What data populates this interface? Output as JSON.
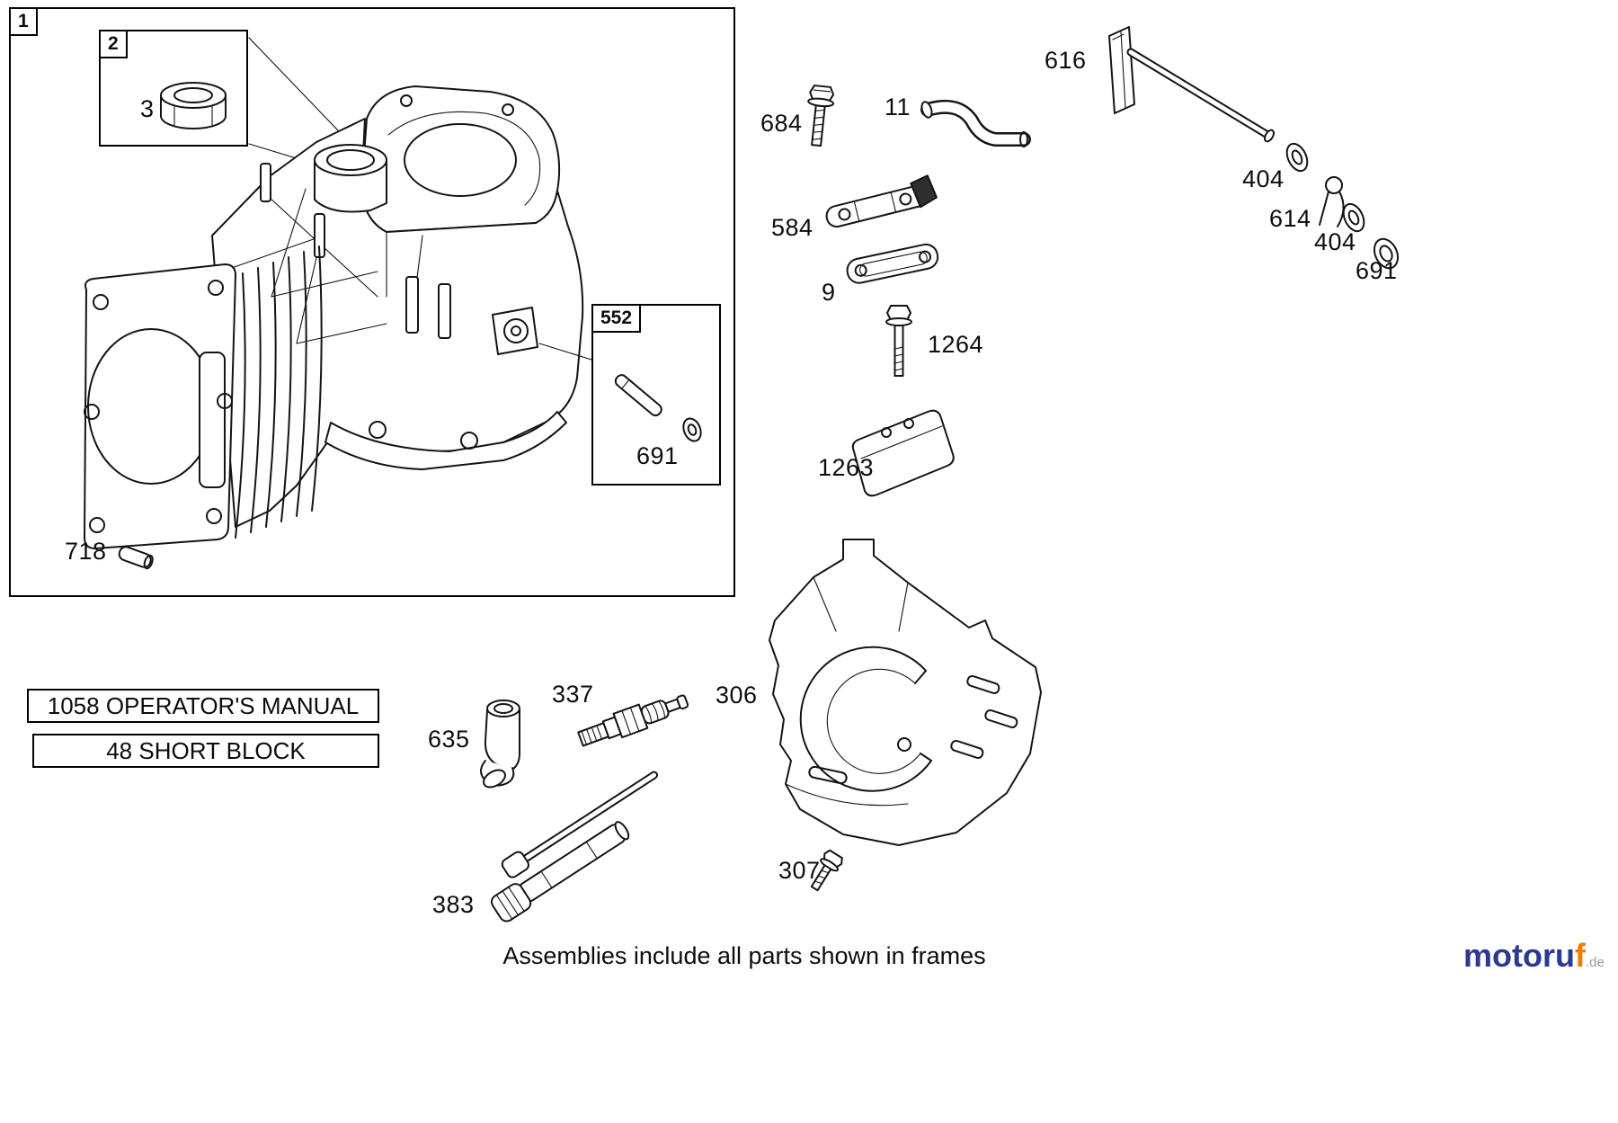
{
  "diagram": {
    "frames": {
      "frame_1": "1",
      "frame_2": "2",
      "frame_552": "552"
    },
    "part_labels": {
      "p3": "3",
      "p718": "718",
      "p691_frame552": "691",
      "p684": "684",
      "p11": "11",
      "p616": "616",
      "p404_upper": "404",
      "p614": "614",
      "p404_lower": "404",
      "p691_right": "691",
      "p584": "584",
      "p9": "9",
      "p1264": "1264",
      "p1263": "1263",
      "p306": "306",
      "p307": "307",
      "p337": "337",
      "p635": "635",
      "p383": "383"
    },
    "callouts": {
      "operators_manual": "1058 OPERATOR'S MANUAL",
      "short_block": "48 SHORT BLOCK"
    },
    "footer_note": "Assemblies include all parts shown in frames"
  },
  "brand": {
    "main": "motoru",
    "accent": "f",
    "tld": ".de",
    "main_color": "#2b3990",
    "accent_color": "#f07c00",
    "tld_color": "#9a9a9a"
  }
}
